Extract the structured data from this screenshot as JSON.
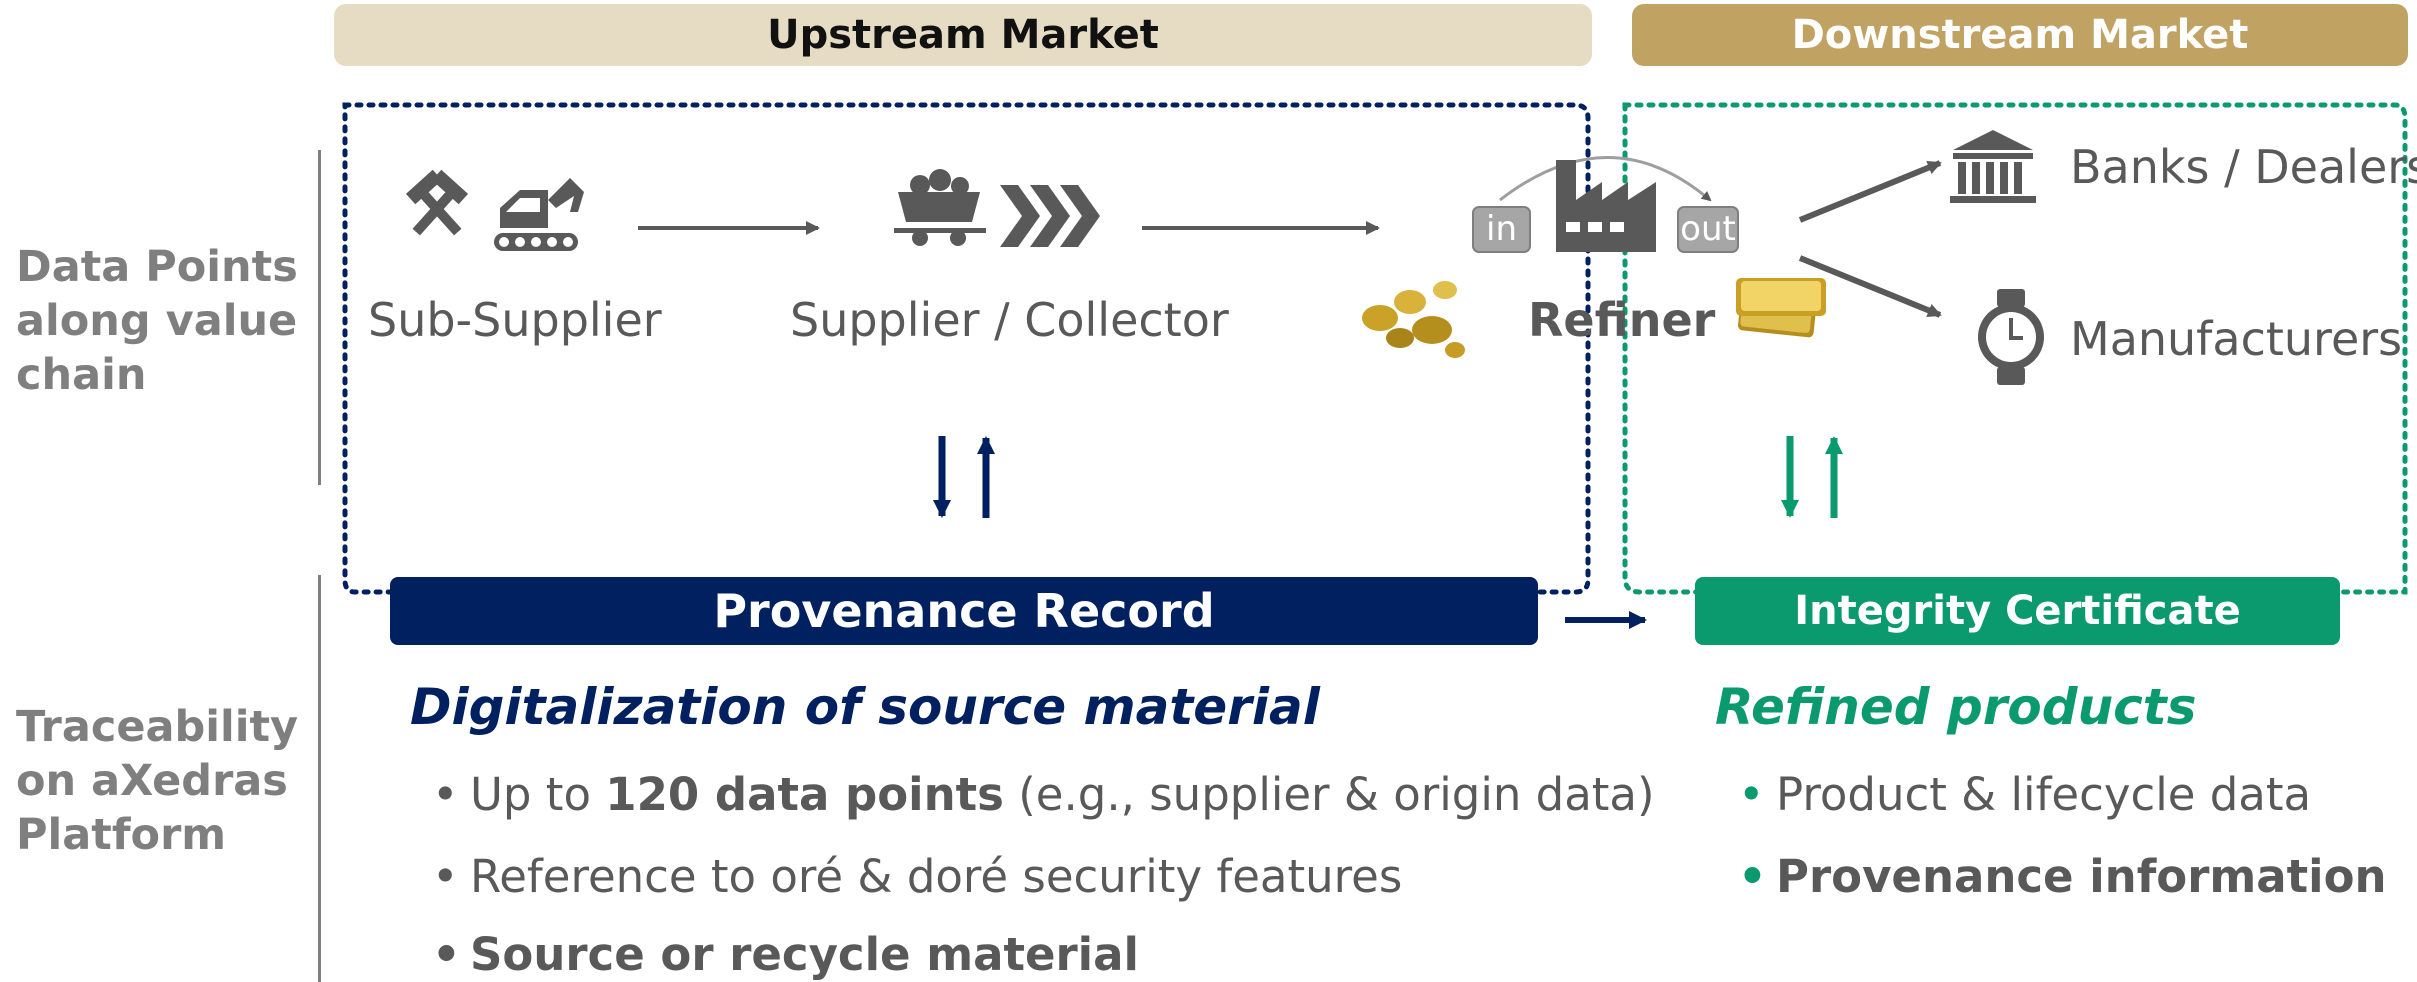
{
  "header": {
    "upstream": "Upstream Market",
    "downstream": "Downstream Market"
  },
  "row_labels": {
    "data_points": [
      "Data Points",
      "along value",
      "chain"
    ],
    "traceability": [
      "Traceability",
      "on aXedras",
      "Platform"
    ]
  },
  "stages": {
    "sub_supplier": "Sub-Supplier",
    "supplier": "Supplier / Collector",
    "refiner": "Refiner",
    "in_tag": "in",
    "out_tag": "out",
    "banks": "Banks / Dealers",
    "manufacturers": "Manufacturers"
  },
  "records": {
    "provenance": "Provenance Record",
    "integrity": "Integrity Certificate"
  },
  "upstream_details": {
    "title": "Digitalization of source material",
    "bullet1_prefix": "Up to ",
    "bullet1_bold": "120 data points",
    "bullet1_suffix": " (e.g., supplier & origin data)",
    "bullet2": "Reference to oré & doré security features",
    "bullet3": "Source or recycle material"
  },
  "downstream_details": {
    "title": "Refined products",
    "bullet1": "Product & lifecycle data",
    "bullet2": "Provenance information"
  },
  "icons": {
    "bullet": "•"
  },
  "colors": {
    "upstream_header_bg": "#e6dbc3",
    "downstream_header_bg": "#c0a262",
    "navy": "#002060",
    "green": "#0a9a6e",
    "gray_text": "#595959",
    "icon_gray": "#595959"
  }
}
